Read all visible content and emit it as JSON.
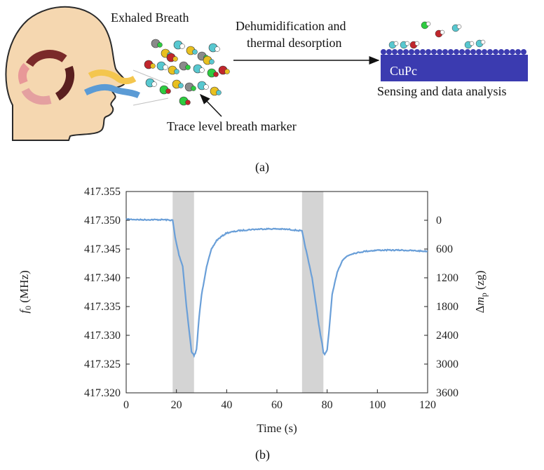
{
  "panel_a": {
    "exhaled_breath": "Exhaled Breath",
    "dehumid_line1": "Dehumidification and",
    "dehumid_line2": "thermal desorption",
    "cupc": "CuPc",
    "sensing": "Sensing and data analysis",
    "trace_marker": "Trace level breath marker",
    "label": "(a)"
  },
  "panel_b": {
    "label": "(b)"
  },
  "colors": {
    "line": "#6a9fd8",
    "shade": "#d4d4d4",
    "cupc_block": "#3b3bb0",
    "skin": "#f5d7b0"
  },
  "chart_data": {
    "type": "line",
    "xlabel": "Time (s)",
    "ylabel_left_symbol": "f",
    "ylabel_left_sub": "0",
    "ylabel_left_unit": " (MHz)",
    "ylabel_right_prefix": "Δ",
    "ylabel_right_symbol": "m",
    "ylabel_right_sub": "p",
    "ylabel_right_unit": " (zg)",
    "xlim": [
      0,
      120
    ],
    "ylim": [
      417.32,
      417.355
    ],
    "y2lim": [
      3600,
      -600
    ],
    "xticks": [
      0,
      20,
      40,
      60,
      80,
      100,
      120
    ],
    "yticks": [
      "417.320",
      "417.325",
      "417.330",
      "417.335",
      "417.340",
      "417.345",
      "417.350",
      "417.355"
    ],
    "y2ticks": [
      "3600",
      "3000",
      "2400",
      "1800",
      "1200",
      "600",
      "0"
    ],
    "shaded_regions": [
      [
        18.5,
        27
      ],
      [
        70,
        78.5
      ]
    ],
    "grid": false,
    "x": [
      0,
      5,
      10,
      15,
      18.5,
      19.5,
      21,
      22.5,
      24,
      25,
      26,
      27,
      27.5,
      28,
      29,
      30,
      32,
      34,
      36,
      38,
      40,
      45,
      50,
      55,
      60,
      65,
      69,
      70,
      71,
      72,
      73,
      74,
      75,
      76,
      77,
      78,
      78.5,
      79,
      80,
      81,
      82,
      84,
      86,
      88,
      90,
      95,
      100,
      105,
      110,
      115,
      120
    ],
    "y": [
      417.3502,
      417.3501,
      417.3501,
      417.3501,
      417.35,
      417.347,
      417.344,
      417.342,
      417.335,
      417.331,
      417.3272,
      417.3265,
      417.3268,
      417.3275,
      417.333,
      417.337,
      417.342,
      417.345,
      417.3465,
      417.3472,
      417.3478,
      417.3482,
      417.3484,
      417.3485,
      417.3485,
      417.3484,
      417.3482,
      417.3481,
      417.346,
      417.344,
      417.342,
      417.34,
      417.337,
      417.334,
      417.331,
      417.3285,
      417.327,
      417.3266,
      417.3275,
      417.332,
      417.337,
      417.341,
      417.343,
      417.3438,
      417.3442,
      417.3446,
      417.3448,
      417.3448,
      417.3448,
      417.3447,
      417.3446
    ]
  }
}
